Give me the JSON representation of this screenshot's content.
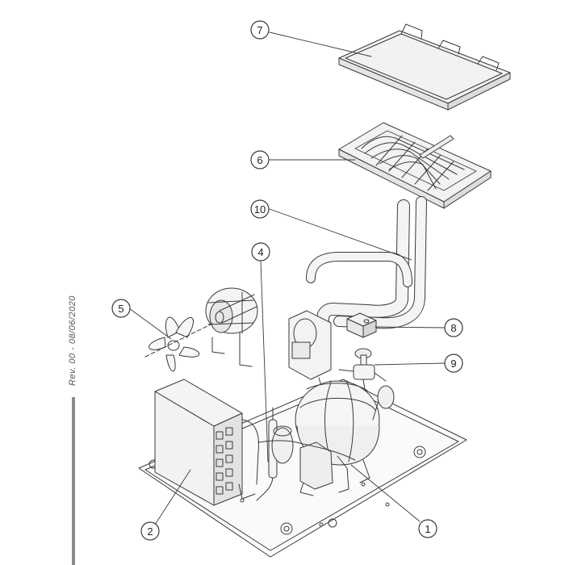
{
  "revision": "Rev. 00 - 08/06/2020",
  "callouts": [
    {
      "id": "1",
      "label": "1"
    },
    {
      "id": "2",
      "label": "2"
    },
    {
      "id": "4",
      "label": "4"
    },
    {
      "id": "5",
      "label": "5"
    },
    {
      "id": "6",
      "label": "6"
    },
    {
      "id": "7",
      "label": "7"
    },
    {
      "id": "8",
      "label": "8"
    },
    {
      "id": "9",
      "label": "9"
    },
    {
      "id": "10",
      "label": "10"
    }
  ],
  "colors": {
    "line": "#3a3a3a",
    "fill_light": "#f2f2f2",
    "fill_mid": "#e4e4e4",
    "bar": "#8a8a8a"
  }
}
